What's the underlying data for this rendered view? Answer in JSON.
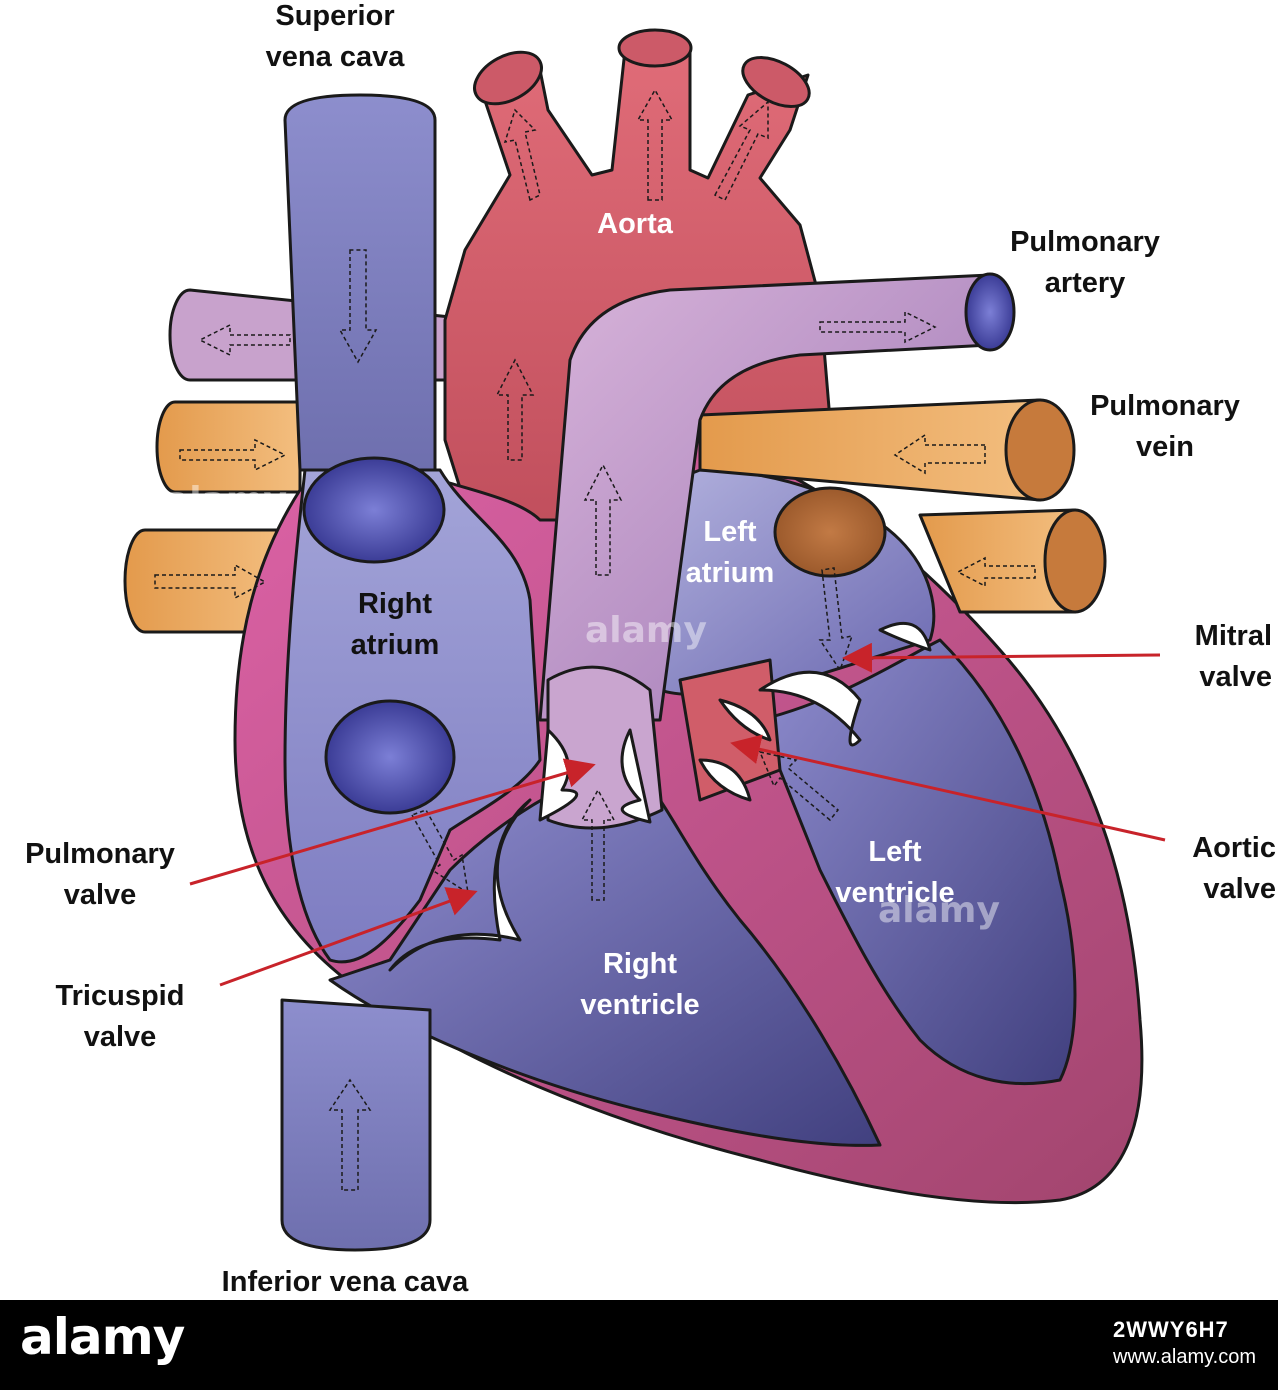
{
  "diagram": {
    "colors": {
      "venous_blue": "#8586c4",
      "arterial_red": "#d2606c",
      "pulmonary_lilac": "#c8a2cc",
      "pulmonary_vein_orange": "#e8a45a",
      "heart_wall_pink": "#cf5a96",
      "ventricle_blue": "#6d6cb6",
      "outline": "#1a1a1a",
      "pointer_red": "#c8232a"
    },
    "labels": {
      "superior_vena_cava": [
        "Superior",
        "vena cava"
      ],
      "aorta": [
        "Aorta"
      ],
      "pulmonary_artery": [
        "Pulmonary",
        "artery"
      ],
      "pulmonary_vein": [
        "Pulmonary",
        "vein"
      ],
      "left_atrium": [
        "Left",
        "atrium"
      ],
      "right_atrium": [
        "Right",
        "atrium"
      ],
      "mitral_valve": [
        "Mitral",
        "valve"
      ],
      "pulmonary_valve": [
        "Pulmonary",
        "valve"
      ],
      "aortic_valve": [
        "Aortic",
        "valve"
      ],
      "left_ventricle": [
        "Left",
        "ventricle"
      ],
      "tricuspid_valve": [
        "Tricuspid",
        "valve"
      ],
      "right_ventricle": [
        "Right",
        "ventricle"
      ],
      "inferior_vena_cava": [
        "Inferior vena cava"
      ]
    }
  },
  "footer": {
    "brand": "alamy",
    "image_id": "2WWY6H7",
    "url": "www.alamy.com",
    "watermark": "alamy"
  }
}
